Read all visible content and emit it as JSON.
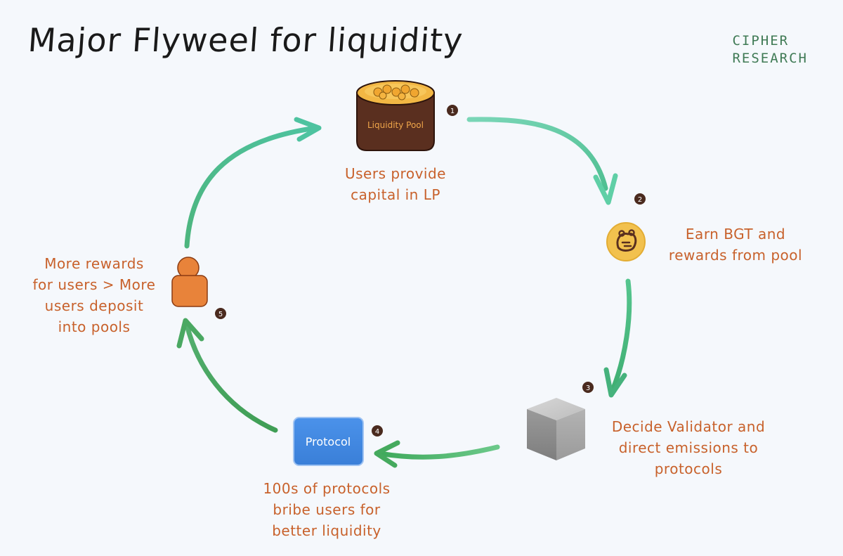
{
  "title": "Major Flyweel for liquidity",
  "brand": {
    "line1": "CIPHER",
    "line2": "RESEARCH"
  },
  "steps": [
    {
      "number": "1",
      "icon": "liquidity-pool-icon",
      "icon_label": "Liquidity Pool",
      "text": "Users provide\ncapital in LP"
    },
    {
      "number": "2",
      "icon": "bear-token-icon",
      "text": "Earn BGT and\nrewards from pool"
    },
    {
      "number": "3",
      "icon": "validator-cube-icon",
      "text": "Decide Validator and\ndirect emissions to\nprotocols"
    },
    {
      "number": "4",
      "icon": "protocol-box-icon",
      "icon_label": "Protocol",
      "text": "100s of protocols\nbribe users for\nbetter liquidity"
    },
    {
      "number": "5",
      "icon": "user-icon",
      "text": "More rewards\nfor users > More\nusers deposit\ninto pools"
    }
  ],
  "colors": {
    "background": "#f5f8fc",
    "label_text": "#c8612b",
    "arrow_teal": "#5fcfa6",
    "arrow_green": "#4aa86a",
    "badge": "#4a2a1e",
    "pool_body": "#5a2f1f",
    "pool_top": "#f2b744",
    "token": "#f2c14e",
    "protocol_box": "#3f86e0",
    "user": "#e8833a",
    "brand": "#3f7a55"
  }
}
